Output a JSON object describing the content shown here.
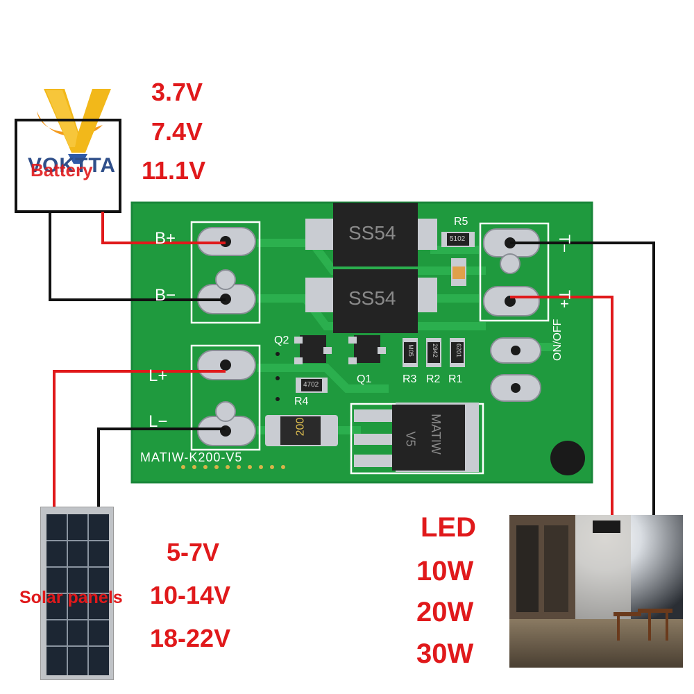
{
  "brand": {
    "logo_text": "VOKTTA"
  },
  "battery": {
    "label": "Battery",
    "voltages": [
      "3.7V",
      "7.4V",
      "11.1V"
    ]
  },
  "solar": {
    "label": "Solar panels",
    "voltages": [
      "5-7V",
      "10-14V",
      "18-22V"
    ]
  },
  "led": {
    "title": "LED",
    "powers": [
      "10W",
      "20W",
      "30W"
    ]
  },
  "board": {
    "model": "MATIW-K200-V5",
    "terminals": {
      "b_plus": "B+",
      "b_minus": "B−",
      "l_plus": "L+",
      "l_minus": "L−",
      "t_minus": "T−",
      "t_plus": "T+"
    },
    "switch_label": "ON/OFF",
    "diodes": [
      "SS54",
      "SS54"
    ],
    "regulator": [
      "MATIW",
      "V5"
    ],
    "transistors": [
      "Q2",
      "Q1"
    ],
    "resistors": [
      "R5",
      "R3",
      "R2",
      "R1",
      "R4"
    ],
    "resistor_codes": {
      "r5": "5102",
      "r3": "M05",
      "r2": "2942",
      "r1": "6201",
      "r4": "4702"
    },
    "fuse": "200"
  },
  "colors": {
    "pcb": "#1f9a3e",
    "pcb_dark": "#157a2f",
    "wire_red": "#e0191b",
    "wire_black": "#111111",
    "pad": "#c9ccd2"
  }
}
